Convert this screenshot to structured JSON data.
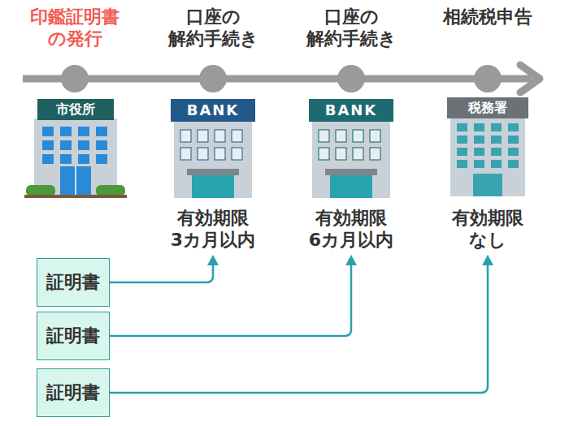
{
  "diagram": {
    "nodes": [
      {
        "text": [
          "市役所"
        ]
      },
      {
        "text": [
          "BANK",
          "有効期限 3カ月以内"
        ]
      },
      {
        "text": [
          "BANK",
          "有効期限 6カ月以内"
        ]
      },
      {
        "text": [
          "税務署",
          "有効期限 なし"
        ]
      },
      {
        "text": [
          "証明書"
        ]
      },
      {
        "text": [
          "証明書"
        ]
      },
      {
        "text": [
          "証明書"
        ]
      }
    ],
    "edges": [
      {
        "from": 4,
        "to": 1,
        "arrow": "to"
      },
      {
        "from": 5,
        "to": 2,
        "arrow": "to"
      },
      {
        "from": 6,
        "to": 3,
        "arrow": "to"
      }
    ],
    "labels": [
      "印鑑証明書 の発行",
      "口座の 解約手続き",
      "口座の 解約手続き",
      "相続税申告"
    ]
  }
}
